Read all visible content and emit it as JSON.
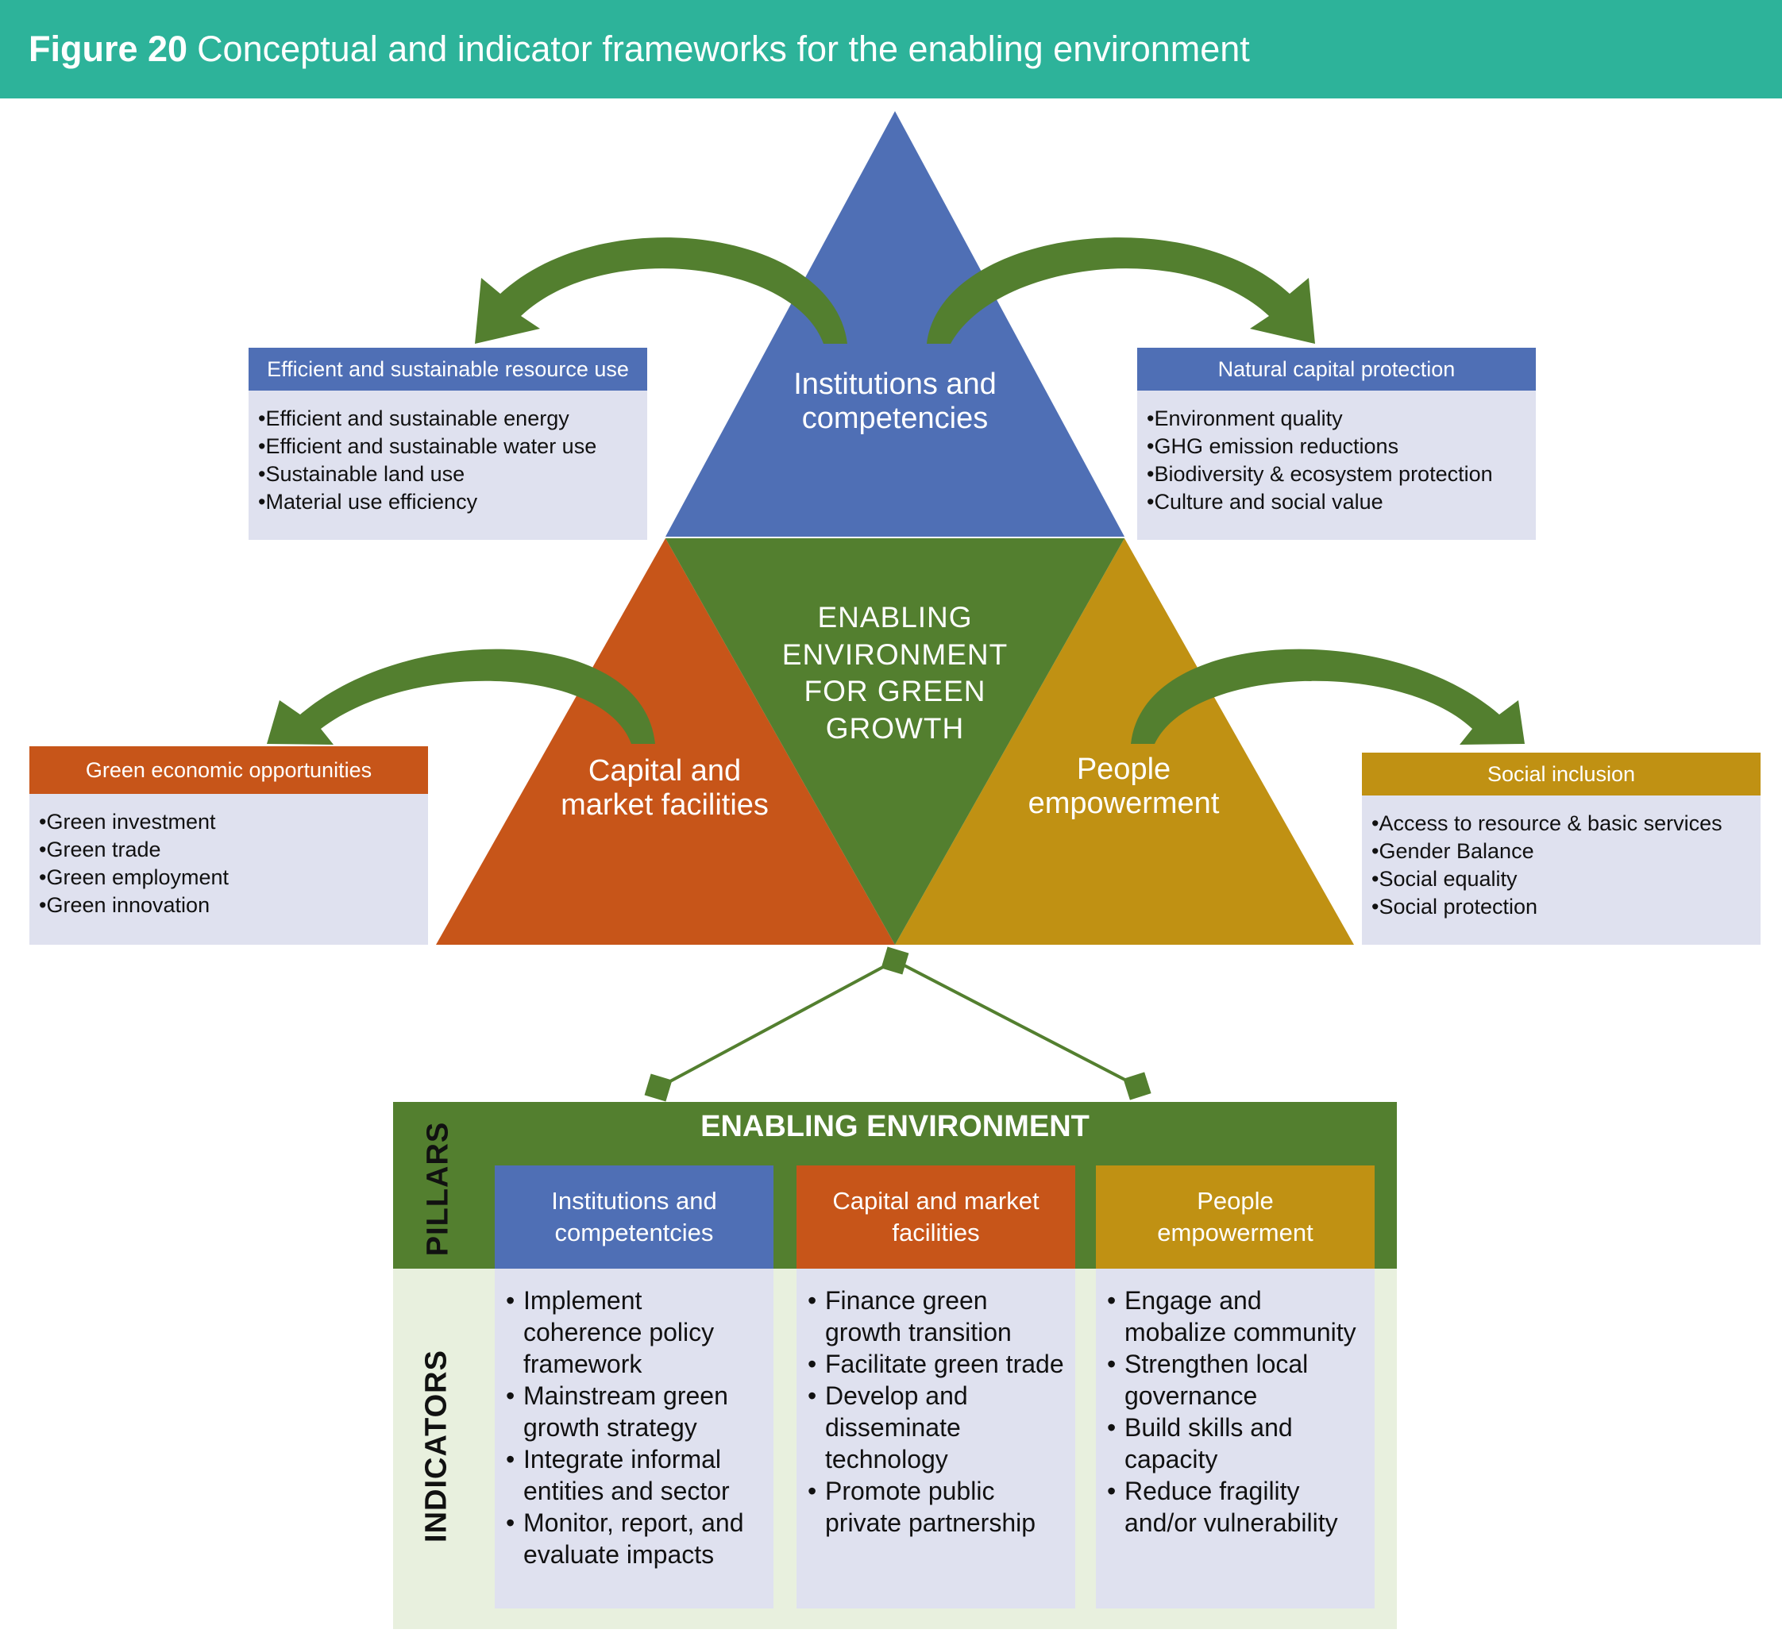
{
  "header": {
    "figure_label": "Figure 20",
    "title": "Conceptual and indicator frameworks for the enabling environment"
  },
  "triangle": {
    "top_label": "Institutions and competencies",
    "left_label": "Capital and market facilities",
    "right_label": "People empowerment",
    "center_label": "ENABLING ENVIRONMENT FOR GREEN GROWTH"
  },
  "boxes": [
    {
      "title": "Efficient and sustainable resource use",
      "items": [
        "Efficient and sustainable energy",
        "Efficient and sustainable water use",
        "Sustainable land use",
        "Material use efficiency"
      ]
    },
    {
      "title": "Natural capital protection",
      "items": [
        "Environment quality",
        "GHG emission reductions",
        "Biodiversity & ecosystem protection",
        "Culture and social value"
      ]
    },
    {
      "title": "Green economic opportunities",
      "items": [
        "Green investment",
        "Green trade",
        "Green employment",
        "Green innovation"
      ]
    },
    {
      "title": "Social inclusion",
      "items": [
        "Access to resource & basic services",
        "Gender Balance",
        "Social equality",
        "Social protection"
      ]
    }
  ],
  "table": {
    "title": "ENABLING ENVIRONMENT",
    "pillars_label": "PILLARS",
    "indicators_label": "INDICATORS",
    "pillars": [
      "Institutions and competentcies",
      "Capital and market facilities",
      "People empowerment"
    ],
    "indicators": [
      [
        "Implement coherence policy framework",
        "Mainstream green growth strategy",
        "Integrate informal entities and sector",
        "Monitor, report, and evaluate impacts"
      ],
      [
        "Finance green growth transition",
        "Facilitate green trade",
        "Develop and disseminate technology",
        "Promote public private partnership"
      ],
      [
        "Engage and mobalize community",
        "Strengthen local governance",
        "Build skills and capacity",
        "Reduce fragility and/or vulnerability"
      ]
    ]
  },
  "colors": {
    "header": "#2db39a",
    "blue": "#4f6fb5",
    "orange": "#c75519",
    "gold": "#c09113",
    "green": "#537f2f",
    "box_body": "#dfe1ef",
    "table_light": "#e8f0de"
  }
}
